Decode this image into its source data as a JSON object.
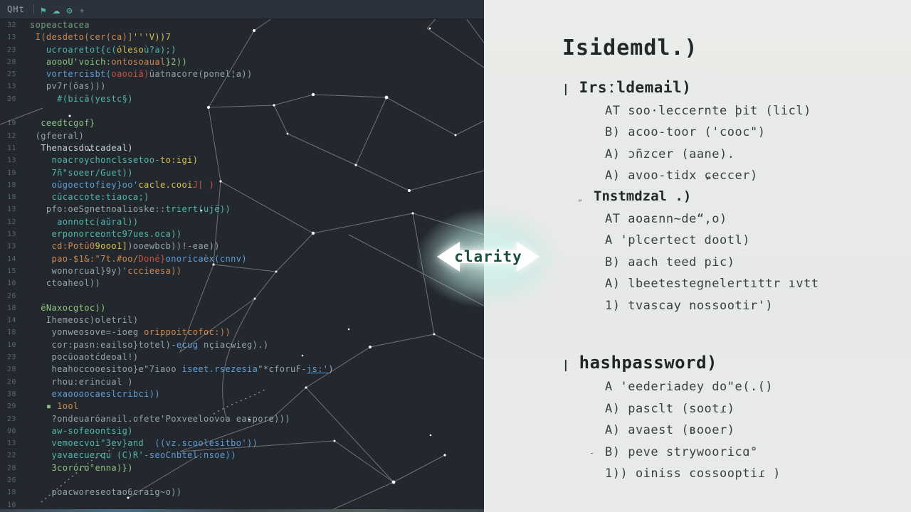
{
  "topbar": {
    "app_label": "QHt",
    "icons": [
      {
        "name": "flag-icon",
        "glyph": "⚑"
      },
      {
        "name": "cloud-icon",
        "glyph": "☁"
      },
      {
        "name": "gear-icon",
        "glyph": "⚙"
      },
      {
        "name": "sparkle-icon",
        "glyph": "✦",
        "dim": true
      }
    ]
  },
  "colors": {
    "editor_bg": "#23272e",
    "topbar_bg": "#2c323b",
    "notes_bg": "#e9ebe8",
    "badge_text": "#1b4f41",
    "icon_accent": "#57b9a5"
  },
  "palette": {
    "comment": "#6f9f78",
    "green": "#8cc57f",
    "teal": "#4fb8ad",
    "orange": "#cf8a50",
    "yellow": "#d6c14a",
    "blue": "#5f9fd6",
    "red": "#cd4f40",
    "gray": "#99a3ae",
    "white": "#c9d1d9"
  },
  "editor": {
    "lines": [
      {
        "n": "32",
        "seg": [
          [
            "sopeactacea",
            "comment"
          ]
        ]
      },
      {
        "n": "13",
        "seg": [
          [
            " I(desdeto(cer(ca)]",
            "orange"
          ],
          [
            "'''V))7",
            "yellow"
          ]
        ]
      },
      {
        "n": "23",
        "seg": [
          [
            "   ucroaretot{c(",
            "teal"
          ],
          [
            "óleso",
            "yellow"
          ],
          [
            "ù?a);)",
            "teal"
          ]
        ]
      },
      {
        "n": "28",
        "seg": [
          [
            "   aoooU'voich:",
            "green"
          ],
          [
            "ontosoaual",
            "orange"
          ],
          [
            "}2))",
            "green"
          ]
        ]
      },
      {
        "n": "25",
        "seg": [
          [
            "   vortercisbt(",
            "blue"
          ],
          [
            "oaooiā)",
            "red"
          ],
          [
            "ūatnacore(ponel¦a))",
            "gray"
          ]
        ]
      },
      {
        "n": "13",
        "seg": [
          [
            "   pv7r(ōas)))",
            "gray"
          ]
        ]
      },
      {
        "n": "26",
        "seg": [
          [
            "     #(bicā(yestc§)",
            "teal"
          ]
        ]
      },
      {
        "n": "",
        "seg": []
      },
      {
        "n": "19",
        "seg": [
          [
            "  ceedtcgof}",
            "green"
          ]
        ]
      },
      {
        "n": "12",
        "seg": [
          [
            " (gfeeral)",
            "gray"
          ]
        ]
      },
      {
        "n": "11",
        "seg": [
          [
            "  Thenacsdotcadeal)",
            "white"
          ]
        ]
      },
      {
        "n": "13",
        "seg": [
          [
            "    noacroychonclssetoo-",
            "teal"
          ],
          [
            "to:igi)",
            "yellow"
          ]
        ]
      },
      {
        "n": "19",
        "seg": [
          [
            "    7ñ\"soeer/Guet))",
            "teal"
          ]
        ]
      },
      {
        "n": "18",
        "seg": [
          [
            "    oūgoectofiey}oo'",
            "blue"
          ],
          [
            "cacle.cooi",
            "yellow"
          ],
          [
            "J[ )",
            "red"
          ]
        ]
      },
      {
        "n": "18",
        "seg": [
          [
            "    cūcaccote:tiaoca;)",
            "teal"
          ]
        ]
      },
      {
        "n": "13",
        "seg": [
          [
            "   pfo:oeSgnetnoalioske::",
            "gray"
          ],
          [
            "triert(ujē))",
            "teal"
          ]
        ]
      },
      {
        "n": "12",
        "seg": [
          [
            "     aonnotc(aŭral))",
            "teal"
          ]
        ]
      },
      {
        "n": "13",
        "seg": [
          [
            "    erponorceontc97ues.oca))",
            "teal"
          ]
        ]
      },
      {
        "n": "13",
        "seg": [
          [
            "    cd:Potū0",
            "orange"
          ],
          [
            "9ooo1]",
            "yellow"
          ],
          [
            ")ooewbcb))!-eae))",
            "gray"
          ]
        ]
      },
      {
        "n": "14",
        "seg": [
          [
            "    pao-$1&:\"7t.#oo/",
            "orange"
          ],
          [
            "Doné}",
            "red"
          ],
          [
            "onoricaèx(cnnv)",
            "blue"
          ]
        ]
      },
      {
        "n": "15",
        "seg": [
          [
            "    wonorcual}9y)'",
            "gray"
          ],
          [
            "cccieesa))",
            "orange"
          ]
        ]
      },
      {
        "n": "10",
        "seg": [
          [
            "   ctoaheol))",
            "gray"
          ]
        ]
      },
      {
        "n": "26",
        "seg": []
      },
      {
        "n": "18",
        "seg": [
          [
            "  ēNaxocgtoc))",
            "green"
          ]
        ]
      },
      {
        "n": "14",
        "seg": [
          [
            "   Ihemeosc)oletril)",
            "gray"
          ]
        ]
      },
      {
        "n": "18",
        "seg": [
          [
            "    yonweosove=-ioeg ",
            "gray"
          ],
          [
            "orippoitcofoc:))",
            "orange"
          ]
        ]
      },
      {
        "n": "10",
        "seg": [
          [
            "    cor:pasn:eailso}totel)-",
            "gray"
          ],
          [
            "ecug",
            "blue"
          ],
          [
            " nçiacwieg).)",
            "gray"
          ]
        ]
      },
      {
        "n": "23",
        "seg": [
          [
            "    pocūoaotćdeoal!)",
            "gray"
          ]
        ]
      },
      {
        "n": "28",
        "seg": [
          [
            "    heahoccooesitoo}e\"7iaoo ",
            "gray"
          ],
          [
            "iseet.rsezesia",
            "blue"
          ],
          [
            "\"*cforuF-",
            "gray"
          ],
          [
            "js:'",
            "blueu"
          ],
          [
            ")",
            "gray"
          ]
        ]
      },
      {
        "n": "20",
        "seg": [
          [
            "    rhou:erincual )",
            "gray"
          ]
        ]
      },
      {
        "n": "38",
        "seg": [
          [
            "    exaoooocaeslcribci))",
            "blue"
          ]
        ]
      },
      {
        "n": "29",
        "seg": [
          [
            "   ▪ ",
            "green"
          ],
          [
            "1ool",
            "orange"
          ]
        ]
      },
      {
        "n": "23",
        "seg": [
          [
            "    ?ondeuaróanail.ofete'Poxveeloovoa easpore)))",
            "gray"
          ]
        ]
      },
      {
        "n": "90",
        "seg": [
          [
            "    aw-sofeoontsig)",
            "teal"
          ]
        ]
      },
      {
        "n": "13",
        "seg": [
          [
            "    vemoecvoi\"3ev}and  ",
            "teal"
          ],
          [
            "((vz.scoolesitbo'))",
            "blue"
          ]
        ]
      },
      {
        "n": "22",
        "seg": [
          [
            "    yavaecuerqu (C)R'-",
            "teal"
          ],
          [
            "seoCnbtel:nsoe))",
            "blue"
          ]
        ]
      },
      {
        "n": "28",
        "seg": [
          [
            "    3coróro°enna)})",
            "green"
          ]
        ]
      },
      {
        "n": "26",
        "seg": []
      },
      {
        "n": "18",
        "seg": [
          [
            "    poacworeseotao6craig~o))",
            "gray"
          ]
        ]
      },
      {
        "n": "10",
        "seg": []
      }
    ]
  },
  "badge": {
    "label": "clarity"
  },
  "notes": {
    "title": "Isidemdl.)",
    "groups": [
      {
        "type": "heading1",
        "bar": "|",
        "text": "Irsːldemail)"
      },
      {
        "type": "item",
        "text": "AT soo·leccernte þit (licl)"
      },
      {
        "type": "item",
        "text": "B) acoo-toor ('cooc\")"
      },
      {
        "type": "item",
        "text": "A) ɔñzcer (aane)."
      },
      {
        "type": "item",
        "text": "A) avoo-tidx ɕeccer)"
      },
      {
        "type": "subheading",
        "mark": "„",
        "text": "Tnstmdzal .)"
      },
      {
        "type": "item",
        "text": "AT aoaɛnn~de“,o)"
      },
      {
        "type": "item",
        "text": "A 'plcertect dootl)"
      },
      {
        "type": "item",
        "text": "B) aach teed pic)"
      },
      {
        "type": "item",
        "text": "A) lbeetestegnelertıttr ıvtt"
      },
      {
        "type": "item",
        "text": "1) tvascay nossootir')"
      },
      {
        "type": "gap"
      },
      {
        "type": "heading2",
        "bar": "|",
        "text": "hashpassword)"
      },
      {
        "type": "item",
        "text": "A 'eederiadey do\"e(.()"
      },
      {
        "type": "item",
        "text": "A) pasclt (sootɾ)"
      },
      {
        "type": "item",
        "text": "A) avaest (ʙooer)"
      },
      {
        "type": "item",
        "mark": "-",
        "text": "B) peve strywooricɑ°"
      },
      {
        "type": "item",
        "text": "1)) oiniss cossooptiɾ )"
      }
    ]
  }
}
